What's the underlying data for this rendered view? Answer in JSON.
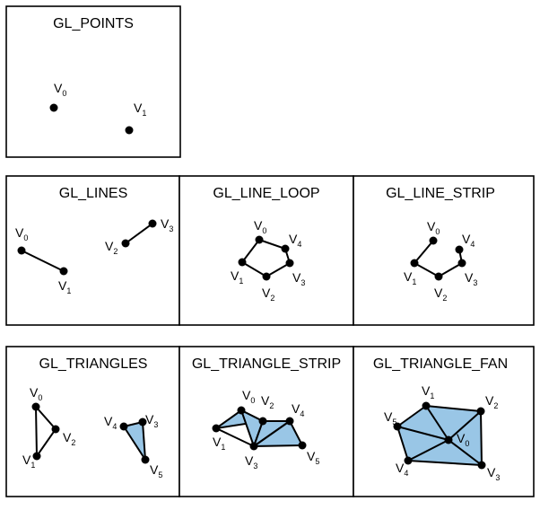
{
  "panels": {
    "points": {
      "title": "GL_POINTS"
    },
    "lines": {
      "title": "GL_LINES"
    },
    "line_loop": {
      "title": "GL_LINE_LOOP"
    },
    "line_strip": {
      "title": "GL_LINE_STRIP"
    },
    "triangles": {
      "title": "GL_TRIANGLES"
    },
    "triangle_strip": {
      "title": "GL_TRIANGLE_STRIP"
    },
    "triangle_fan": {
      "title": "GL_TRIANGLE_FAN"
    }
  },
  "vertex_prefix": "V",
  "subscripts": {
    "s0": "0",
    "s1": "1",
    "s2": "2",
    "s3": "3",
    "s4": "4",
    "s5": "5"
  },
  "colors": {
    "fill": "#99c6e6",
    "stroke": "#000000"
  }
}
